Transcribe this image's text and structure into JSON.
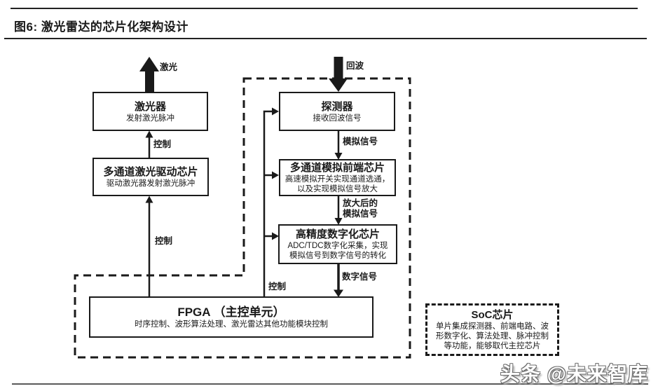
{
  "page": {
    "title": "图6: 激光雷达的芯片化架构设计",
    "watermark": "头条 @未来智库"
  },
  "colors": {
    "ink": "#1a1a1a",
    "watermark_gray": "#6e6e6e"
  },
  "boxes": {
    "laser": {
      "title": "激光器",
      "subtitle": "发射激光脉冲"
    },
    "driver": {
      "title": "多通道激光驱动芯片",
      "subtitle": "驱动激光器发射激光脉冲"
    },
    "detector": {
      "title": "探测器",
      "subtitle": "接收回波信号"
    },
    "afe": {
      "title": "多通道模拟前端芯片",
      "lines": [
        "高速模拟开关实现通道选通，",
        "以及实现模拟信号放大"
      ]
    },
    "digitizer": {
      "title": "高精度数字化芯片",
      "lines": [
        "ADC/TDC数字化采集，实现",
        "模拟信号到数字信号的转化"
      ]
    },
    "fpga": {
      "title": "FPGA （主控单元）",
      "subtitle": "时序控制、波形算法处理、激光雷达其他功能模块控制"
    },
    "soc": {
      "title": "SoC芯片",
      "lines": [
        "单片集成探测器、前端电路、波",
        "形数字化、算法处理、脉冲控制",
        "等功能，能够取代主控芯片"
      ]
    }
  },
  "labels": {
    "laser_out": "激光",
    "echo_in": "回波",
    "control": "控制",
    "analog_signal": "模拟信号",
    "amplified_line1": "放大后的",
    "amplified_line2": "模拟信号",
    "digital_signal": "数字信号"
  }
}
